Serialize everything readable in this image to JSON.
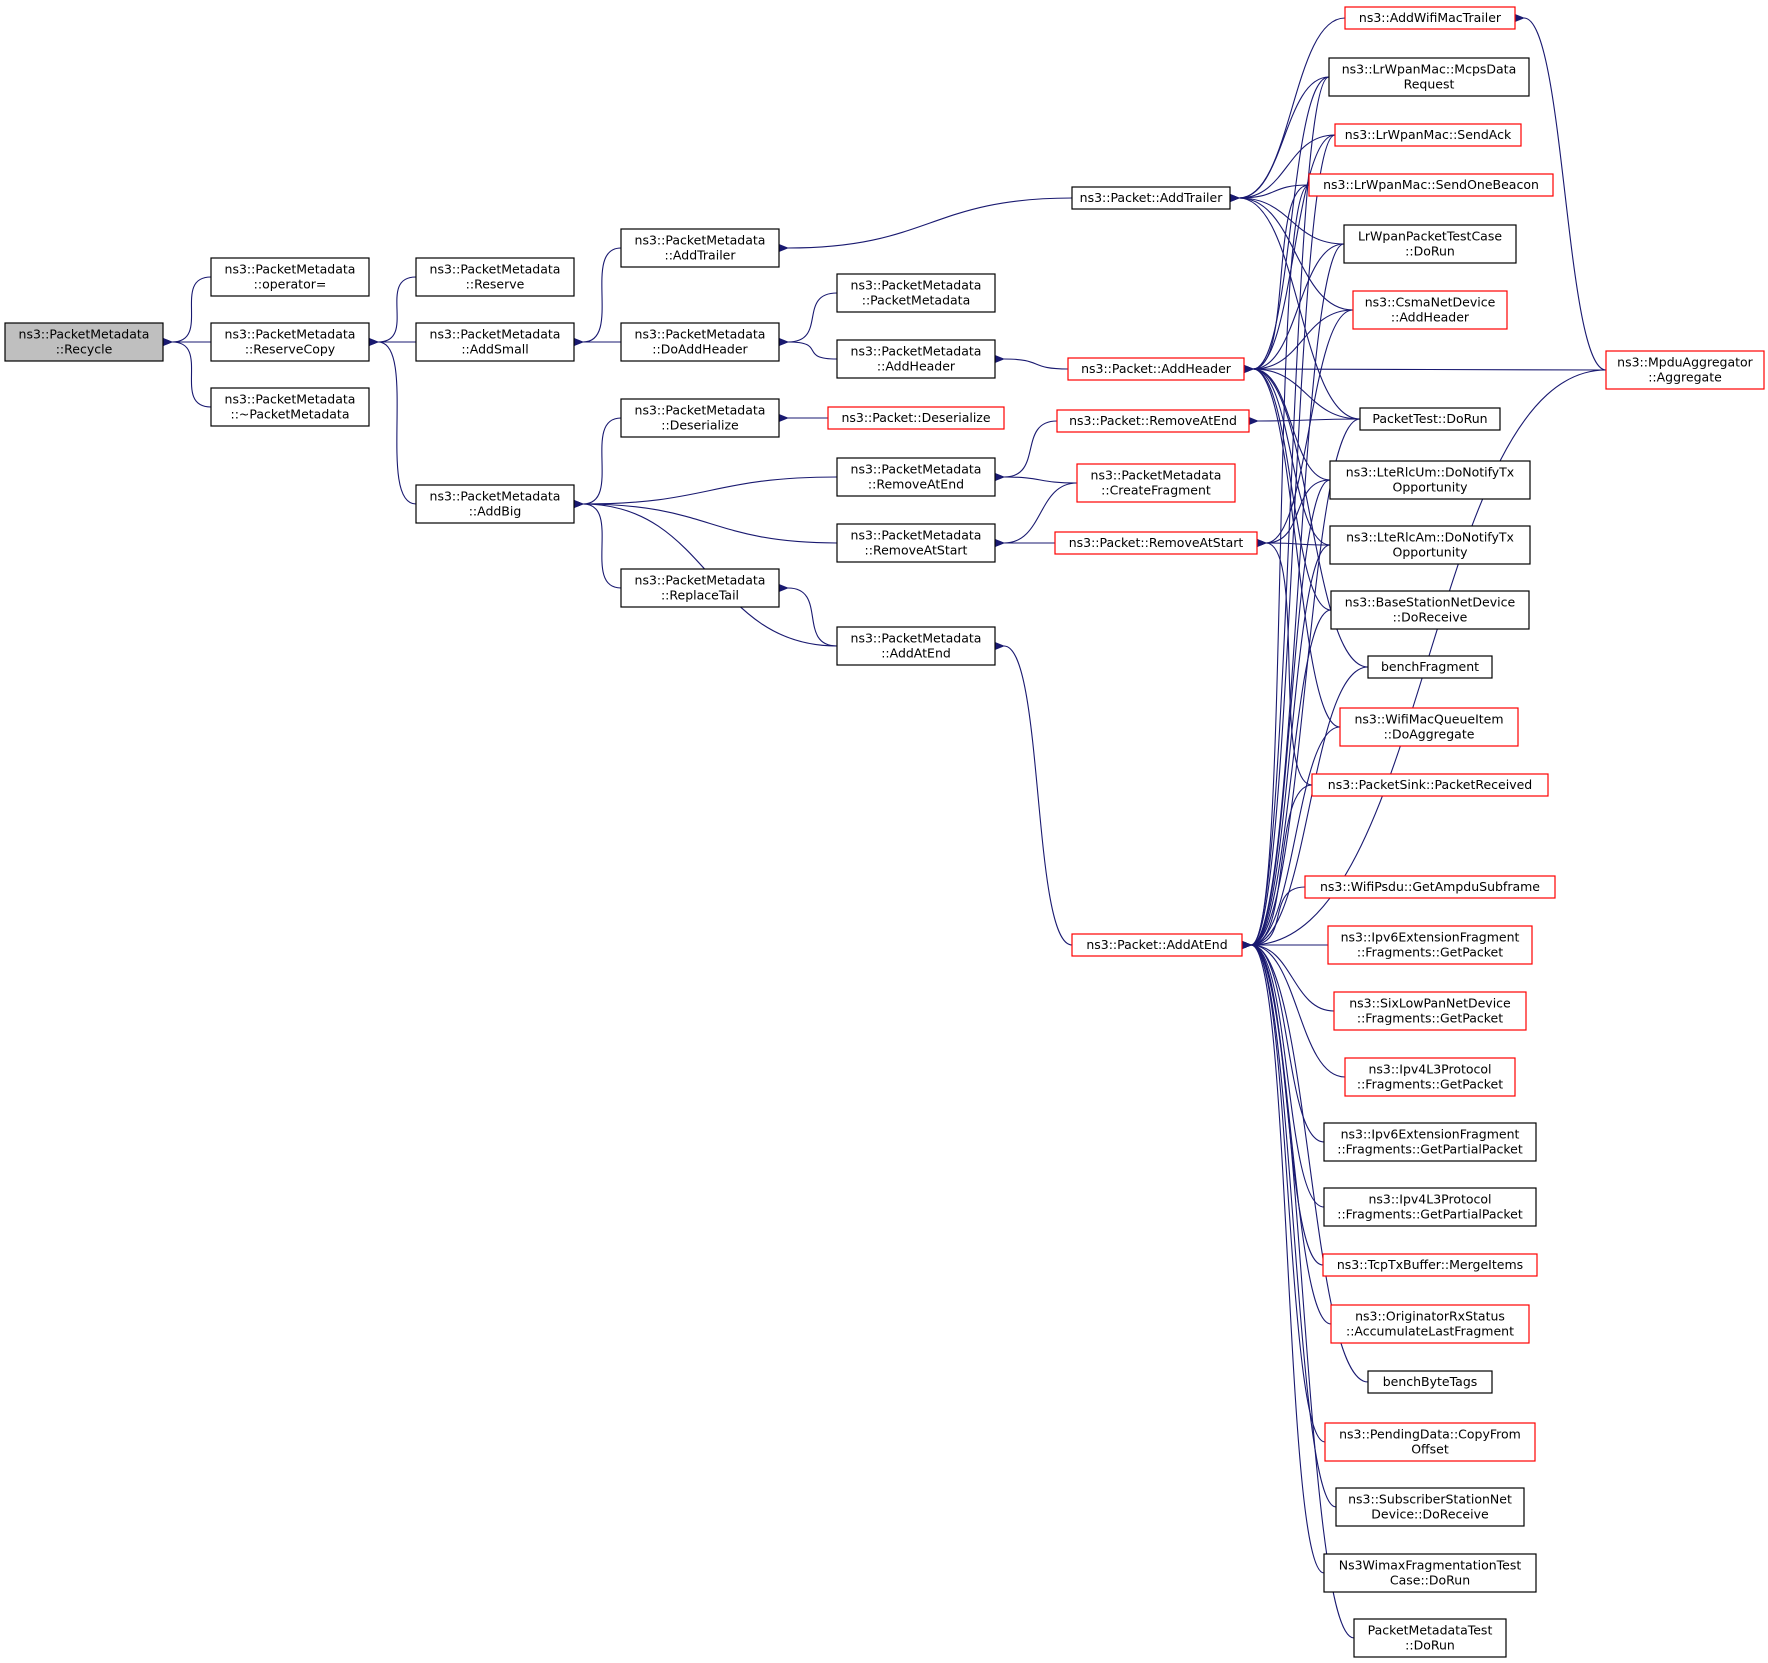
{
  "colors": {
    "edge": "#191970",
    "border_normal": "#000000",
    "border_red": "#ff0000",
    "focus_fill": "#bfbfbf"
  },
  "nodes": [
    {
      "id": "recycle",
      "lines": [
        "ns3::PacketMetadata",
        "::Recycle"
      ],
      "style": "focus"
    },
    {
      "id": "opassign",
      "lines": [
        "ns3::PacketMetadata",
        "::operator="
      ],
      "style": "normal"
    },
    {
      "id": "reservecopy",
      "lines": [
        "ns3::PacketMetadata",
        "::ReserveCopy"
      ],
      "style": "normal"
    },
    {
      "id": "dtor",
      "lines": [
        "ns3::PacketMetadata",
        "::~PacketMetadata"
      ],
      "style": "normal"
    },
    {
      "id": "reserve",
      "lines": [
        "ns3::PacketMetadata",
        "::Reserve"
      ],
      "style": "normal"
    },
    {
      "id": "addsmall",
      "lines": [
        "ns3::PacketMetadata",
        "::AddSmall"
      ],
      "style": "normal"
    },
    {
      "id": "addbig",
      "lines": [
        "ns3::PacketMetadata",
        "::AddBig"
      ],
      "style": "normal"
    },
    {
      "id": "pm_addtrailer",
      "lines": [
        "ns3::PacketMetadata",
        "::AddTrailer"
      ],
      "style": "normal"
    },
    {
      "id": "pm_doaddheader",
      "lines": [
        "ns3::PacketMetadata",
        "::DoAddHeader"
      ],
      "style": "normal"
    },
    {
      "id": "pm_deserialize",
      "lines": [
        "ns3::PacketMetadata",
        "::Deserialize"
      ],
      "style": "normal"
    },
    {
      "id": "pm_replacetail",
      "lines": [
        "ns3::PacketMetadata",
        "::ReplaceTail"
      ],
      "style": "normal"
    },
    {
      "id": "pm_ctor",
      "lines": [
        "ns3::PacketMetadata",
        "::PacketMetadata"
      ],
      "style": "normal"
    },
    {
      "id": "pm_addheader",
      "lines": [
        "ns3::PacketMetadata",
        "::AddHeader"
      ],
      "style": "normal"
    },
    {
      "id": "pm_removeatend",
      "lines": [
        "ns3::PacketMetadata",
        "::RemoveAtEnd"
      ],
      "style": "normal"
    },
    {
      "id": "pm_removeatstart",
      "lines": [
        "ns3::PacketMetadata",
        "::RemoveAtStart"
      ],
      "style": "normal"
    },
    {
      "id": "pm_addatend",
      "lines": [
        "ns3::PacketMetadata",
        "::AddAtEnd"
      ],
      "style": "normal"
    },
    {
      "id": "p_deserialize",
      "lines": [
        "ns3::Packet::Deserialize"
      ],
      "style": "red"
    },
    {
      "id": "p_removeatend",
      "lines": [
        "ns3::Packet::RemoveAtEnd"
      ],
      "style": "red"
    },
    {
      "id": "pm_createfragment",
      "lines": [
        "ns3::PacketMetadata",
        "::CreateFragment"
      ],
      "style": "red"
    },
    {
      "id": "p_removeatstart",
      "lines": [
        "ns3::Packet::RemoveAtStart"
      ],
      "style": "red"
    },
    {
      "id": "p_addtrailer",
      "lines": [
        "ns3::Packet::AddTrailer"
      ],
      "style": "normal"
    },
    {
      "id": "p_addheader",
      "lines": [
        "ns3::Packet::AddHeader"
      ],
      "style": "red"
    },
    {
      "id": "p_addatend",
      "lines": [
        "ns3::Packet::AddAtEnd"
      ],
      "style": "red"
    },
    {
      "id": "addwifimactrailer",
      "lines": [
        "ns3::AddWifiMacTrailer"
      ],
      "style": "red"
    },
    {
      "id": "mcpsdatarequest",
      "lines": [
        "ns3::LrWpanMac::McpsData",
        "Request"
      ],
      "style": "normal"
    },
    {
      "id": "sendack",
      "lines": [
        "ns3::LrWpanMac::SendAck"
      ],
      "style": "red"
    },
    {
      "id": "sendonebeacon",
      "lines": [
        "ns3::LrWpanMac::SendOneBeacon"
      ],
      "style": "red"
    },
    {
      "id": "lrwpantest",
      "lines": [
        "LrWpanPacketTestCase",
        "::DoRun"
      ],
      "style": "normal"
    },
    {
      "id": "csmaaddheader",
      "lines": [
        "ns3::CsmaNetDevice",
        "::AddHeader"
      ],
      "style": "red"
    },
    {
      "id": "mpduaggregate",
      "lines": [
        "ns3::MpduAggregator",
        "::Aggregate"
      ],
      "style": "red"
    },
    {
      "id": "packettest",
      "lines": [
        "PacketTest::DoRun"
      ],
      "style": "normal"
    },
    {
      "id": "lterlcum",
      "lines": [
        "ns3::LteRlcUm::DoNotifyTx",
        "Opportunity"
      ],
      "style": "normal"
    },
    {
      "id": "lterlcam",
      "lines": [
        "ns3::LteRlcAm::DoNotifyTx",
        "Opportunity"
      ],
      "style": "normal"
    },
    {
      "id": "bsnetdevice",
      "lines": [
        "ns3::BaseStationNetDevice",
        "::DoReceive"
      ],
      "style": "normal"
    },
    {
      "id": "benchfragment",
      "lines": [
        "benchFragment"
      ],
      "style": "normal"
    },
    {
      "id": "wifimacqueueitem",
      "lines": [
        "ns3::WifiMacQueueItem",
        "::DoAggregate"
      ],
      "style": "red"
    },
    {
      "id": "packetsink",
      "lines": [
        "ns3::PacketSink::PacketReceived"
      ],
      "style": "red"
    },
    {
      "id": "wifipsdu",
      "lines": [
        "ns3::WifiPsdu::GetAmpduSubframe"
      ],
      "style": "red"
    },
    {
      "id": "ipv6extfrag",
      "lines": [
        "ns3::Ipv6ExtensionFragment",
        "::Fragments::GetPacket"
      ],
      "style": "red"
    },
    {
      "id": "sixlowpan",
      "lines": [
        "ns3::SixLowPanNetDevice",
        "::Fragments::GetPacket"
      ],
      "style": "red"
    },
    {
      "id": "ipv4l3",
      "lines": [
        "ns3::Ipv4L3Protocol",
        "::Fragments::GetPacket"
      ],
      "style": "red"
    },
    {
      "id": "ipv6extpartial",
      "lines": [
        "ns3::Ipv6ExtensionFragment",
        "::Fragments::GetPartialPacket"
      ],
      "style": "normal"
    },
    {
      "id": "ipv4l3partial",
      "lines": [
        "ns3::Ipv4L3Protocol",
        "::Fragments::GetPartialPacket"
      ],
      "style": "normal"
    },
    {
      "id": "tcptxbuffer",
      "lines": [
        "ns3::TcpTxBuffer::MergeItems"
      ],
      "style": "red"
    },
    {
      "id": "originatorrx",
      "lines": [
        "ns3::OriginatorRxStatus",
        "::AccumulateLastFragment"
      ],
      "style": "red"
    },
    {
      "id": "benchbytetags",
      "lines": [
        "benchByteTags"
      ],
      "style": "normal"
    },
    {
      "id": "pendingdata",
      "lines": [
        "ns3::PendingData::CopyFrom",
        "Offset"
      ],
      "style": "red"
    },
    {
      "id": "subscriberstation",
      "lines": [
        "ns3::SubscriberStationNet",
        "Device::DoReceive"
      ],
      "style": "normal"
    },
    {
      "id": "wimaxfrag",
      "lines": [
        "Ns3WimaxFragmentationTest",
        "Case::DoRun"
      ],
      "style": "normal"
    },
    {
      "id": "pmtest",
      "lines": [
        "PacketMetadataTest",
        "::DoRun"
      ],
      "style": "normal"
    }
  ],
  "edges": [
    [
      "opassign",
      "recycle"
    ],
    [
      "reservecopy",
      "recycle"
    ],
    [
      "dtor",
      "recycle"
    ],
    [
      "reserve",
      "reservecopy"
    ],
    [
      "addsmall",
      "reservecopy"
    ],
    [
      "addbig",
      "reservecopy"
    ],
    [
      "pm_addtrailer",
      "addsmall"
    ],
    [
      "pm_doaddheader",
      "addsmall"
    ],
    [
      "pm_deserialize",
      "addbig"
    ],
    [
      "pm_removeatend",
      "addbig"
    ],
    [
      "pm_removeatstart",
      "addbig"
    ],
    [
      "pm_replacetail",
      "addbig"
    ],
    [
      "pm_addatend",
      "addbig"
    ],
    [
      "pm_ctor",
      "pm_doaddheader"
    ],
    [
      "pm_addheader",
      "pm_doaddheader"
    ],
    [
      "p_addtrailer",
      "pm_addtrailer"
    ],
    [
      "p_addheader",
      "pm_addheader"
    ],
    [
      "p_deserialize",
      "pm_deserialize"
    ],
    [
      "p_removeatend",
      "pm_removeatend"
    ],
    [
      "pm_createfragment",
      "pm_removeatend"
    ],
    [
      "pm_createfragment",
      "pm_removeatstart"
    ],
    [
      "p_removeatstart",
      "pm_removeatstart"
    ],
    [
      "pm_addatend",
      "pm_replacetail"
    ],
    [
      "p_addatend",
      "pm_addatend"
    ],
    [
      "addwifimactrailer",
      "p_addtrailer"
    ],
    [
      "mcpsdatarequest",
      "p_addtrailer"
    ],
    [
      "sendack",
      "p_addtrailer"
    ],
    [
      "sendonebeacon",
      "p_addtrailer"
    ],
    [
      "lrwpantest",
      "p_addtrailer"
    ],
    [
      "csmaaddheader",
      "p_addtrailer"
    ],
    [
      "packettest",
      "p_addtrailer"
    ],
    [
      "mcpsdatarequest",
      "p_addheader"
    ],
    [
      "sendack",
      "p_addheader"
    ],
    [
      "sendonebeacon",
      "p_addheader"
    ],
    [
      "lrwpantest",
      "p_addheader"
    ],
    [
      "csmaaddheader",
      "p_addheader"
    ],
    [
      "mpduaggregate",
      "p_addheader"
    ],
    [
      "packettest",
      "p_addheader"
    ],
    [
      "lterlcum",
      "p_addheader"
    ],
    [
      "lterlcam",
      "p_addheader"
    ],
    [
      "bsnetdevice",
      "p_addheader"
    ],
    [
      "benchfragment",
      "p_addheader"
    ],
    [
      "wifimacqueueitem",
      "p_addheader"
    ],
    [
      "packettest",
      "p_removeatend"
    ],
    [
      "lterlcum",
      "p_removeatstart"
    ],
    [
      "lterlcam",
      "p_removeatstart"
    ],
    [
      "csmaaddheader",
      "p_removeatstart"
    ],
    [
      "packetsink",
      "p_removeatstart"
    ],
    [
      "mpduaggregate",
      "addwifimactrailer"
    ],
    [
      "mcpsdatarequest",
      "p_addatend"
    ],
    [
      "sendack",
      "p_addatend"
    ],
    [
      "sendonebeacon",
      "p_addatend"
    ],
    [
      "lrwpantest",
      "p_addatend"
    ],
    [
      "packettest",
      "p_addatend"
    ],
    [
      "lterlcum",
      "p_addatend"
    ],
    [
      "lterlcam",
      "p_addatend"
    ],
    [
      "bsnetdevice",
      "p_addatend"
    ],
    [
      "benchfragment",
      "p_addatend"
    ],
    [
      "wifimacqueueitem",
      "p_addatend"
    ],
    [
      "packetsink",
      "p_addatend"
    ],
    [
      "mpduaggregate",
      "p_addatend"
    ],
    [
      "wifipsdu",
      "p_addatend"
    ],
    [
      "ipv6extfrag",
      "p_addatend"
    ],
    [
      "sixlowpan",
      "p_addatend"
    ],
    [
      "ipv4l3",
      "p_addatend"
    ],
    [
      "ipv6extpartial",
      "p_addatend"
    ],
    [
      "ipv4l3partial",
      "p_addatend"
    ],
    [
      "tcptxbuffer",
      "p_addatend"
    ],
    [
      "originatorrx",
      "p_addatend"
    ],
    [
      "benchbytetags",
      "p_addatend"
    ],
    [
      "pendingdata",
      "p_addatend"
    ],
    [
      "subscriberstation",
      "p_addatend"
    ],
    [
      "wimaxfrag",
      "p_addatend"
    ],
    [
      "pmtest",
      "p_addatend"
    ]
  ]
}
